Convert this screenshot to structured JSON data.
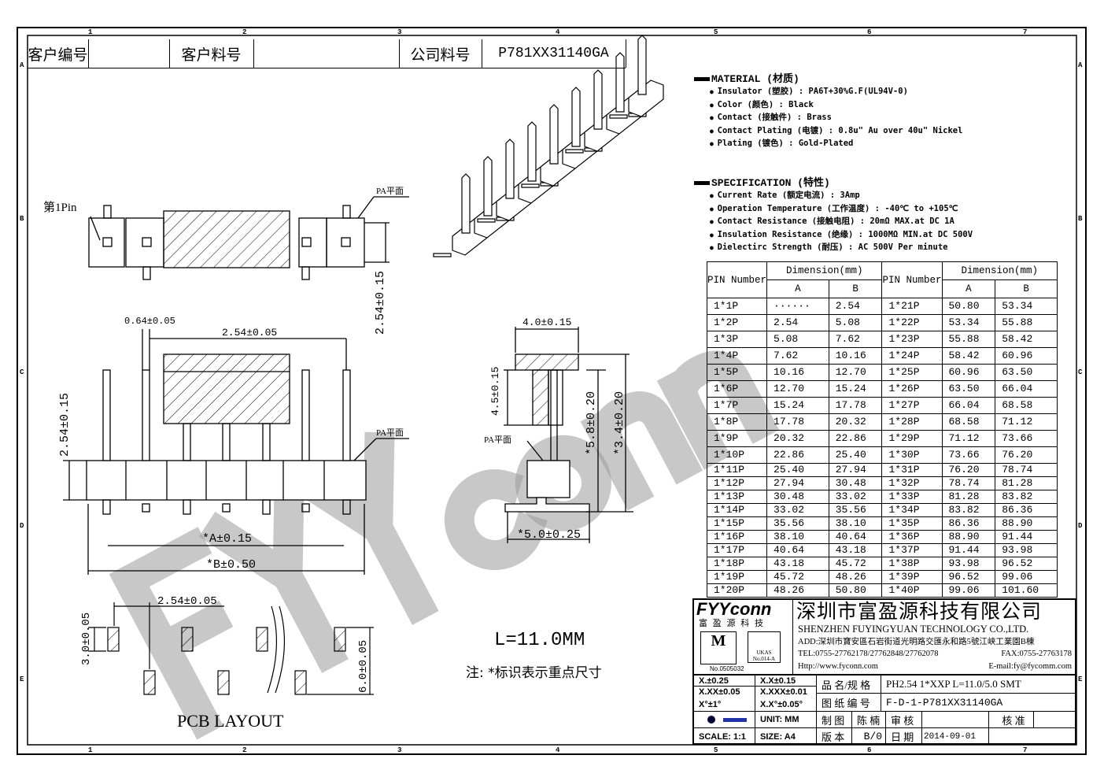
{
  "frame": {
    "columns": [
      "1",
      "2",
      "3",
      "4",
      "5",
      "6",
      "7"
    ],
    "rows": [
      "A",
      "B",
      "C",
      "D",
      "E"
    ]
  },
  "header": {
    "customer_code_label": "客户编号",
    "customer_code_value": "",
    "customer_part_label": "客户料号",
    "customer_part_value": "",
    "company_part_label": "公司料号",
    "company_part_value": "P781XX31140GA"
  },
  "watermark": "FYYconn",
  "material": {
    "title": "MATERIAL (材质)",
    "items": [
      "Insulator (塑胶) : PA6T+30%G.F(UL94V-0)",
      "Color (颜色) : Black",
      "Contact (接触件) : Brass",
      "Contact Plating (电镀) : 0.8u\" Au  over 40u\" Nickel",
      "Plating (镀色) : Gold-Plated"
    ]
  },
  "specification": {
    "title": "SPECIFICATION (特性)",
    "items": [
      "Current Rate (额定电流) :  3Amp",
      "Operation Temperature (工作温度) : -40℃ to +105℃",
      "Contact Resistance (接触电阻) : 20mΩ MAX.at DC 1A",
      "Insulation Resistance (绝缘) : 1000MΩ MIN.at DC 500V",
      "Dielectirc Strength (耐压) : AC 500V Per minute"
    ]
  },
  "table": {
    "pin_header": "PIN Number",
    "dim_header": "Dimension(mm)",
    "col_a": "A",
    "col_b": "B",
    "rows": [
      [
        "1*1P",
        "······",
        "2.54",
        "1*21P",
        "50.80",
        "53.34"
      ],
      [
        "1*2P",
        "2.54",
        "5.08",
        "1*22P",
        "53.34",
        "55.88"
      ],
      [
        "1*3P",
        "5.08",
        "7.62",
        "1*23P",
        "55.88",
        "58.42"
      ],
      [
        "1*4P",
        "7.62",
        "10.16",
        "1*24P",
        "58.42",
        "60.96"
      ],
      [
        "1*5P",
        "10.16",
        "12.70",
        "1*25P",
        "60.96",
        "63.50"
      ],
      [
        "1*6P",
        "12.70",
        "15.24",
        "1*26P",
        "63.50",
        "66.04"
      ],
      [
        "1*7P",
        "15.24",
        "17.78",
        "1*27P",
        "66.04",
        "68.58"
      ],
      [
        "1*8P",
        "17.78",
        "20.32",
        "1*28P",
        "68.58",
        "71.12"
      ],
      [
        "1*9P",
        "20.32",
        "22.86",
        "1*29P",
        "71.12",
        "73.66"
      ],
      [
        "1*10P",
        "22.86",
        "25.40",
        "1*30P",
        "73.66",
        "76.20"
      ],
      [
        "1*11P",
        "25.40",
        "27.94",
        "1*31P",
        "76.20",
        "78.74"
      ],
      [
        "1*12P",
        "27.94",
        "30.48",
        "1*32P",
        "78.74",
        "81.28"
      ],
      [
        "1*13P",
        "30.48",
        "33.02",
        "1*33P",
        "81.28",
        "83.82"
      ],
      [
        "1*14P",
        "33.02",
        "35.56",
        "1*34P",
        "83.82",
        "86.36"
      ],
      [
        "1*15P",
        "35.56",
        "38.10",
        "1*35P",
        "86.36",
        "88.90"
      ],
      [
        "1*16P",
        "38.10",
        "40.64",
        "1*36P",
        "88.90",
        "91.44"
      ],
      [
        "1*17P",
        "40.64",
        "43.18",
        "1*37P",
        "91.44",
        "93.98"
      ],
      [
        "1*18P",
        "43.18",
        "45.72",
        "1*38P",
        "93.98",
        "96.52"
      ],
      [
        "1*19P",
        "45.72",
        "48.26",
        "1*39P",
        "96.52",
        "99.06"
      ],
      [
        "1*20P",
        "48.26",
        "50.80",
        "1*40P",
        "99.06",
        "101.60"
      ]
    ]
  },
  "drawing": {
    "first_pin": "第1Pin",
    "pa_face": "PA平面",
    "d_064": "0.64±0.05",
    "d_254_top": "2.54±0.05",
    "d_254_v1": "2.54±0.15",
    "d_254_v2": "2.54±0.15",
    "d_40": "4.0±0.15",
    "d_45": "4.5±0.15",
    "d_58": "*5.8±0.20",
    "d_34": "*3.4±0.20",
    "d_50": "*5.0±0.25",
    "d_A": "*A±0.15",
    "d_B": "*B±0.50",
    "d_pcb_254": "2.54±0.05",
    "d_pcb_30": "3.0±0.05",
    "d_pcb_60": "6.0±0.05",
    "length": "L=11.0MM",
    "note": "注: *标识表示重点尺寸",
    "pcb_layout": "PCB  LAYOUT"
  },
  "titleblock": {
    "logo": "FYYconn",
    "logo_sub": "富 盈 源 科 技",
    "cert_no": "No.0505032",
    "ukas": "UKAS",
    "ukas_no": "No.014-A",
    "company_cn": "深圳市富盈源科技有限公司",
    "company_en": "SHENZHEN FUYINGYUAN TECHNOLOGY CO.,LTD.",
    "address": "ADD:深圳市寶安區石岩街道光明路交匯永和路5號江峡工業園B棟",
    "tel": "TEL:0755-27762178/27762848/27762078",
    "fax": "FAX:0755-27763178",
    "web": "Http://www.fyconn.com",
    "email": "E-mail:fy@fycomm.com",
    "tol": [
      "X.±0.25",
      "X.X±0.15",
      "X.XX±0.05",
      "X.XXX±0.01",
      "X°±1°",
      "X.X°±0.05°"
    ],
    "name_label": "品 名/规 格",
    "name_value": "PH2.54  1*XXP L=11.0/5.0 SMT",
    "drawing_no_label": "图 纸 编 号",
    "drawing_no_value": "F-D-1-P781XX31140GA",
    "unit": "UNIT:  MM",
    "scale": "SCALE: 1:1",
    "size": "SIZE: A4",
    "drawn_label": "制 图",
    "drawn_value": "陈 楠",
    "check_label": "审 核",
    "check_value": "",
    "approve_label": "核 准",
    "approve_value": "",
    "rev_label": "版 本",
    "rev_value": "B/0",
    "date_label": "日 期",
    "date_value": "2014-09-01"
  }
}
